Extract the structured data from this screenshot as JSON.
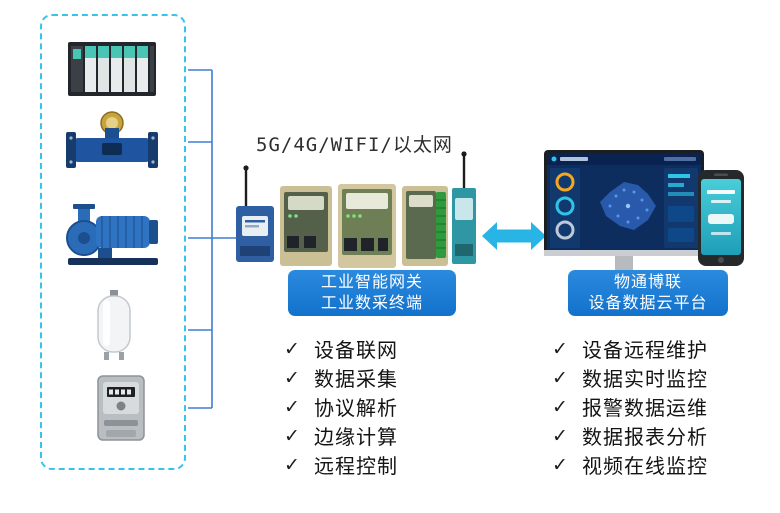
{
  "network_label": "5G/4G/WIFI/以太网",
  "gateway_label": {
    "line1": "工业智能网关",
    "line2": "工业数采终端"
  },
  "cloud_label": {
    "line1": "物通博联",
    "line2": "设备数据云平台"
  },
  "gateway_features": [
    "设备联网",
    "数据采集",
    "协议解析",
    "边缘计算",
    "远程控制"
  ],
  "cloud_features": [
    "设备远程维护",
    "数据实时监控",
    "报警数据运维",
    "数据报表分析",
    "视频在线监控"
  ],
  "icons": {
    "check": "✓",
    "equipment": [
      "plc-controller",
      "flow-meter",
      "water-pump",
      "pressure-tank",
      "energy-meter"
    ],
    "middle_devices": [
      "dtu-router",
      "gateway-1",
      "gateway-2",
      "io-gateway",
      "rtu-antenna"
    ],
    "right_devices": [
      "cloud-dashboard-monitor",
      "mobile-app-phone"
    ]
  },
  "colors": {
    "dashed_border": "#35c4ec",
    "connector_blue": "#3f7fd0",
    "label_blue": "#1272cc",
    "arrow_cyan": "#29b4e6",
    "screen_navy": "#0d2d5e",
    "phone_teal": "#35bcc9"
  }
}
